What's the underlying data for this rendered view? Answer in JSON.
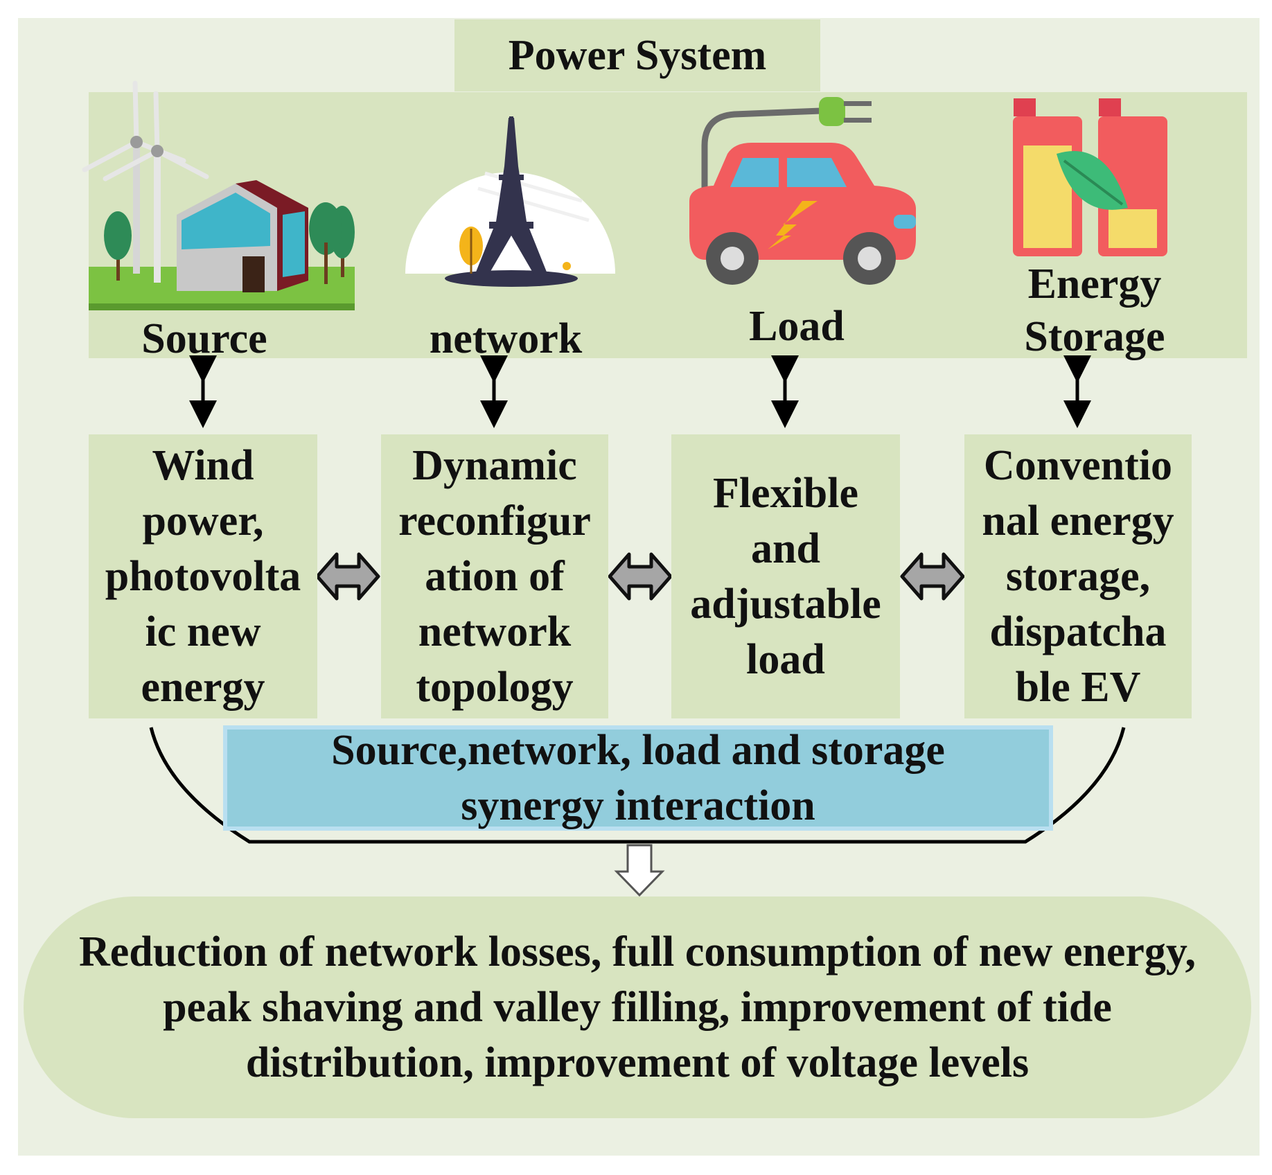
{
  "title": "Power System",
  "components": [
    {
      "key": "source",
      "icon": "house-wind-turbine-icon",
      "label_lines": [
        "Source"
      ],
      "detail_lines": [
        "Wind",
        "power,",
        "photovolta",
        "ic new",
        "energy"
      ]
    },
    {
      "key": "network",
      "icon": "eiffel-tower-icon",
      "label_lines": [
        "network"
      ],
      "detail_lines": [
        "Dynamic",
        "reconfigur",
        "ation of",
        "network",
        "topology"
      ]
    },
    {
      "key": "load",
      "icon": "electric-car-icon",
      "label_lines": [
        "Load"
      ],
      "detail_lines": [
        "Flexible",
        "and",
        "adjustable",
        "load"
      ]
    },
    {
      "key": "storage",
      "icon": "battery-leaf-icon",
      "label_lines": [
        "Energy",
        "Storage"
      ],
      "detail_lines": [
        "Conventio",
        "nal energy",
        "storage,",
        "dispatcha",
        "ble EV"
      ]
    }
  ],
  "synergy": {
    "lines": [
      "Source,network, load and storage",
      "synergy interaction"
    ]
  },
  "outcome": {
    "lines": [
      "Reduction of network losses, full consumption of new energy,",
      "peak shaving and valley filling, improvement of tide",
      "distribution, improvement of voltage levels"
    ]
  },
  "colors": {
    "frame": "#ebf0e2",
    "box": "#d8e4c0",
    "synergy": "#92cddc",
    "arrow_fill": "#a6a6a6"
  }
}
